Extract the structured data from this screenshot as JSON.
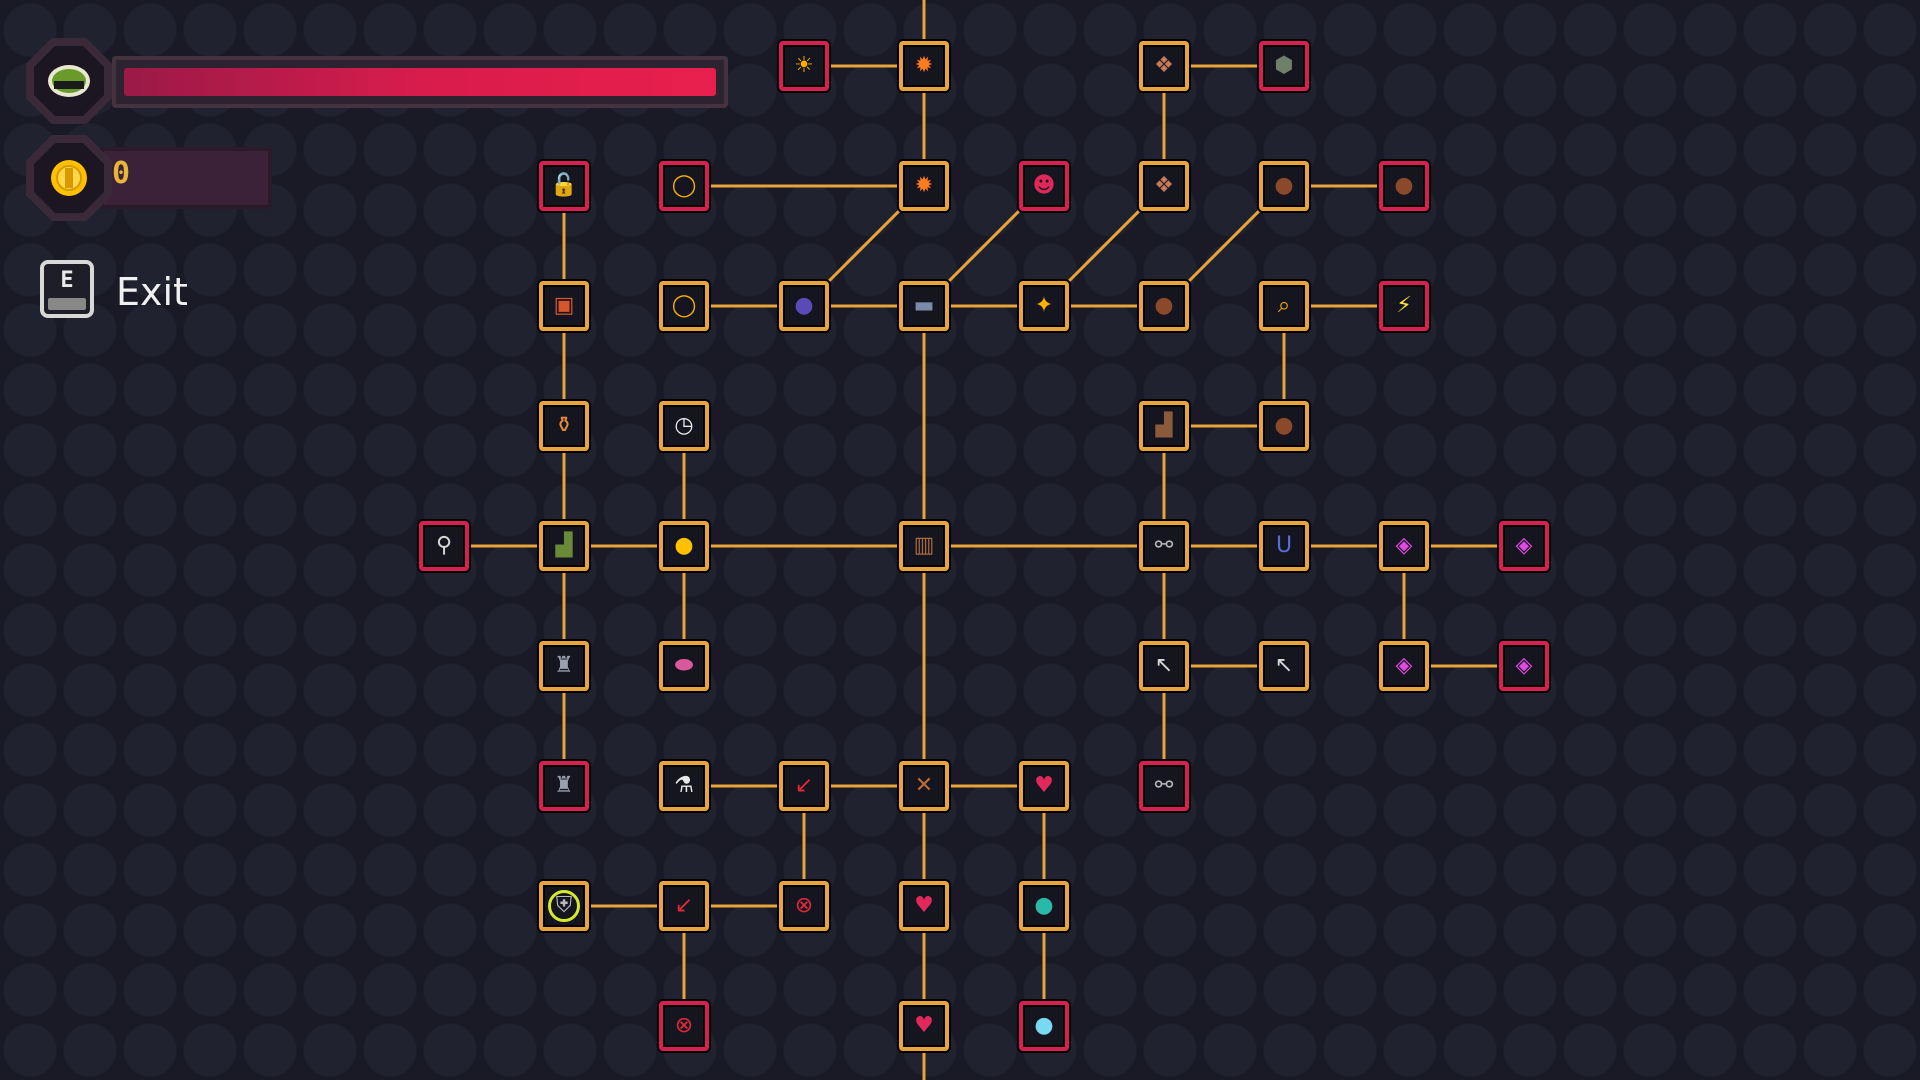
{
  "hud": {
    "avatar_icon": "helmet-icon",
    "health_fraction": 1.0,
    "health_color": "#d81c4c",
    "coin_icon": "gold-coin-icon",
    "coins": "0",
    "exit_key": "E",
    "exit_label": "Exit"
  },
  "colors": {
    "line": "#e8a33a",
    "unlocked_border": "#e8a33a",
    "locked_border": "#d81f52",
    "special_ring": "#d4ea2a"
  },
  "skill_tree": {
    "nodes": [
      {
        "id": "n0",
        "col": 3,
        "row": -1,
        "icon": "sun-icon",
        "glyph": "☀",
        "color": "#ffb000",
        "state": "locked"
      },
      {
        "id": "n1",
        "col": 4,
        "row": -1,
        "icon": "explosion-icon",
        "glyph": "✹",
        "color": "#ff7a1a",
        "state": "unlocked"
      },
      {
        "id": "n2",
        "col": 6,
        "row": -1,
        "icon": "rocks-icon",
        "glyph": "❖",
        "color": "#c77a5a",
        "state": "unlocked"
      },
      {
        "id": "n3",
        "col": 7,
        "row": -1,
        "icon": "stone-icon",
        "glyph": "⬢",
        "color": "#6f7f6a",
        "state": "locked"
      },
      {
        "id": "n4",
        "col": 1,
        "row": 0,
        "icon": "padlock-icon",
        "glyph": "🔓",
        "color": "#e8e8e8",
        "state": "locked"
      },
      {
        "id": "n5",
        "col": 2,
        "row": 0,
        "icon": "ring-icon",
        "glyph": "◯",
        "color": "#ffb000",
        "state": "locked"
      },
      {
        "id": "n6",
        "col": 4,
        "row": 0,
        "icon": "explosion-icon",
        "glyph": "✹",
        "color": "#ff7a1a",
        "state": "unlocked"
      },
      {
        "id": "n7",
        "col": 5,
        "row": 0,
        "icon": "demon-icon",
        "glyph": "☻",
        "color": "#e0285a",
        "state": "locked"
      },
      {
        "id": "n8",
        "col": 6,
        "row": 0,
        "icon": "rocks-icon",
        "glyph": "❖",
        "color": "#c77a5a",
        "state": "unlocked"
      },
      {
        "id": "n9",
        "col": 7,
        "row": 0,
        "icon": "pouch-icon",
        "glyph": "●",
        "color": "#8a4a2a",
        "state": "unlocked"
      },
      {
        "id": "n10",
        "col": 8,
        "row": 0,
        "icon": "pouch-icon",
        "glyph": "●",
        "color": "#8a4a2a",
        "state": "locked"
      },
      {
        "id": "n11",
        "col": 1,
        "row": 1,
        "icon": "chest-icon",
        "glyph": "▣",
        "color": "#d8562a",
        "state": "unlocked"
      },
      {
        "id": "n12",
        "col": 2,
        "row": 1,
        "icon": "ring-icon",
        "glyph": "◯",
        "color": "#ffb000",
        "state": "unlocked"
      },
      {
        "id": "n13",
        "col": 3,
        "row": 1,
        "icon": "bomb-icon",
        "glyph": "●",
        "color": "#5a4ab8",
        "state": "unlocked"
      },
      {
        "id": "n14",
        "col": 4,
        "row": 1,
        "icon": "anvil-icon",
        "glyph": "▬",
        "color": "#7a8aa8",
        "state": "unlocked"
      },
      {
        "id": "n15",
        "col": 5,
        "row": 1,
        "icon": "orb-icon",
        "glyph": "✦",
        "color": "#ffb000",
        "state": "unlocked"
      },
      {
        "id": "n16",
        "col": 6,
        "row": 1,
        "icon": "pouch-icon",
        "glyph": "●",
        "color": "#8a4a2a",
        "state": "unlocked"
      },
      {
        "id": "n17",
        "col": 7,
        "row": 1,
        "icon": "magnifier-icon",
        "glyph": "⌕",
        "color": "#ffb000",
        "state": "unlocked"
      },
      {
        "id": "n18",
        "col": 8,
        "row": 1,
        "icon": "lightning-icon",
        "glyph": "⚡",
        "color": "#ffe03a",
        "state": "locked"
      },
      {
        "id": "n19",
        "col": 1,
        "row": 2,
        "icon": "potion-icon",
        "glyph": "⚱",
        "color": "#e88a3a",
        "state": "unlocked"
      },
      {
        "id": "n20",
        "col": 2,
        "row": 2,
        "icon": "clock-icon",
        "glyph": "◷",
        "color": "#f0f0f0",
        "state": "unlocked"
      },
      {
        "id": "n21",
        "col": 6,
        "row": 2,
        "icon": "boot-icon",
        "glyph": "▟",
        "color": "#8a5a3a",
        "state": "unlocked"
      },
      {
        "id": "n22",
        "col": 7,
        "row": 2,
        "icon": "pouch-icon",
        "glyph": "●",
        "color": "#8a4a2a",
        "state": "unlocked"
      },
      {
        "id": "n23",
        "col": 0,
        "row": 3,
        "icon": "wrench-icon",
        "glyph": "⚲",
        "color": "#d8d8d8",
        "state": "locked"
      },
      {
        "id": "n24",
        "col": 1,
        "row": 3,
        "icon": "boot-icon",
        "glyph": "▟",
        "color": "#6a8a3a",
        "state": "unlocked"
      },
      {
        "id": "n25",
        "col": 2,
        "row": 3,
        "icon": "gold-coin-icon",
        "glyph": "●",
        "color": "#ffc000",
        "state": "unlocked"
      },
      {
        "id": "n26",
        "col": 4,
        "row": 3,
        "icon": "door-icon",
        "glyph": "▥",
        "color": "#a86a3a",
        "state": "unlocked"
      },
      {
        "id": "n27",
        "col": 6,
        "row": 3,
        "icon": "chain-icon",
        "glyph": "⚯",
        "color": "#b8b8b8",
        "state": "unlocked"
      },
      {
        "id": "n28",
        "col": 7,
        "row": 3,
        "icon": "magnet-icon",
        "glyph": "U",
        "color": "#5a6ad8",
        "state": "unlocked"
      },
      {
        "id": "n29",
        "col": 8,
        "row": 3,
        "icon": "magic-eye-icon",
        "glyph": "◈",
        "color": "#e04ae0",
        "state": "unlocked"
      },
      {
        "id": "n30",
        "col": 9,
        "row": 3,
        "icon": "magic-eye-icon",
        "glyph": "◈",
        "color": "#e04ae0",
        "state": "locked"
      },
      {
        "id": "n31",
        "col": 1,
        "row": 4,
        "icon": "anvil-stand-icon",
        "glyph": "♜",
        "color": "#9aa0b0",
        "state": "unlocked"
      },
      {
        "id": "n32",
        "col": 2,
        "row": 4,
        "icon": "bandage-icon",
        "glyph": "⬬",
        "color": "#d85a9a",
        "state": "unlocked"
      },
      {
        "id": "n33",
        "col": 6,
        "row": 4,
        "icon": "arrow-icon",
        "glyph": "↖",
        "color": "#d8d8d8",
        "state": "unlocked"
      },
      {
        "id": "n34",
        "col": 7,
        "row": 4,
        "icon": "arrow-icon",
        "glyph": "↖",
        "color": "#d8d8d8",
        "state": "unlocked"
      },
      {
        "id": "n35",
        "col": 8,
        "row": 4,
        "icon": "magic-eye-icon",
        "glyph": "◈",
        "color": "#e04ae0",
        "state": "unlocked"
      },
      {
        "id": "n36",
        "col": 9,
        "row": 4,
        "icon": "magic-eye-icon",
        "glyph": "◈",
        "color": "#e04ae0",
        "state": "locked"
      },
      {
        "id": "n37",
        "col": 1,
        "row": 5,
        "icon": "anvil-stand-icon",
        "glyph": "♜",
        "color": "#9aa0b0",
        "state": "locked"
      },
      {
        "id": "n38",
        "col": 2,
        "row": 5,
        "icon": "mortar-icon",
        "glyph": "⚗",
        "color": "#e8e8e8",
        "state": "unlocked"
      },
      {
        "id": "n39",
        "col": 3,
        "row": 5,
        "icon": "arrow-down-left-icon",
        "glyph": "↙",
        "color": "#e0283a",
        "state": "unlocked"
      },
      {
        "id": "n40",
        "col": 4,
        "row": 5,
        "icon": "crossbow-icon",
        "glyph": "✕",
        "color": "#b86a3a",
        "state": "unlocked"
      },
      {
        "id": "n41",
        "col": 5,
        "row": 5,
        "icon": "heart-icon",
        "glyph": "♥",
        "color": "#e0285a",
        "state": "unlocked"
      },
      {
        "id": "n42",
        "col": 6,
        "row": 5,
        "icon": "chain-icon",
        "glyph": "⚯",
        "color": "#b8b8b8",
        "state": "locked"
      },
      {
        "id": "n43",
        "col": 1,
        "row": 6,
        "icon": "shield-icon",
        "glyph": "⛨",
        "color": "#b8b8b8",
        "state": "special"
      },
      {
        "id": "n44",
        "col": 2,
        "row": 6,
        "icon": "arrow-down-left-icon",
        "glyph": "↙",
        "color": "#e0283a",
        "state": "unlocked"
      },
      {
        "id": "n45",
        "col": 3,
        "row": 6,
        "icon": "crosshair-icon",
        "glyph": "⊗",
        "color": "#e0283a",
        "state": "unlocked"
      },
      {
        "id": "n46",
        "col": 4,
        "row": 6,
        "icon": "heart-icon",
        "glyph": "♥",
        "color": "#e0285a",
        "state": "unlocked"
      },
      {
        "id": "n47",
        "col": 5,
        "row": 6,
        "icon": "bubble-icon",
        "glyph": "●",
        "color": "#2ab8a8",
        "state": "unlocked"
      },
      {
        "id": "n48",
        "col": 2,
        "row": 7,
        "icon": "crosshair-icon",
        "glyph": "⊗",
        "color": "#e0283a",
        "state": "locked"
      },
      {
        "id": "n49",
        "col": 4,
        "row": 7,
        "icon": "heart-icon",
        "glyph": "♥",
        "color": "#e0285a",
        "state": "unlocked"
      },
      {
        "id": "n50",
        "col": 5,
        "row": 7,
        "icon": "bubble-icon",
        "glyph": "●",
        "color": "#7ad8f0",
        "state": "locked"
      }
    ],
    "edges": [
      [
        "n0",
        "n1"
      ],
      [
        "n1",
        "n6"
      ],
      [
        "n2",
        "n3"
      ],
      [
        "n2",
        "n8"
      ],
      [
        "n4",
        "n11"
      ],
      [
        "n5",
        "n6"
      ],
      [
        "n6",
        "n13"
      ],
      [
        "n7",
        "n14"
      ],
      [
        "n8",
        "n15"
      ],
      [
        "n9",
        "n10"
      ],
      [
        "n9",
        "n16"
      ],
      [
        "n11",
        "n19"
      ],
      [
        "n12",
        "n13"
      ],
      [
        "n13",
        "n14"
      ],
      [
        "n14",
        "n15"
      ],
      [
        "n15",
        "n16"
      ],
      [
        "n17",
        "n18"
      ],
      [
        "n17",
        "n22"
      ],
      [
        "n14",
        "n26"
      ],
      [
        "n19",
        "n24"
      ],
      [
        "n20",
        "n25"
      ],
      [
        "n21",
        "n22"
      ],
      [
        "n21",
        "n27"
      ],
      [
        "n23",
        "n24"
      ],
      [
        "n24",
        "n25"
      ],
      [
        "n25",
        "n26"
      ],
      [
        "n26",
        "n27"
      ],
      [
        "n27",
        "n28"
      ],
      [
        "n28",
        "n29"
      ],
      [
        "n29",
        "n30"
      ],
      [
        "n29",
        "n35"
      ],
      [
        "n24",
        "n31"
      ],
      [
        "n25",
        "n32"
      ],
      [
        "n27",
        "n33"
      ],
      [
        "n33",
        "n34"
      ],
      [
        "n35",
        "n36"
      ],
      [
        "n33",
        "n42"
      ],
      [
        "n26",
        "n40"
      ],
      [
        "n31",
        "n37"
      ],
      [
        "n38",
        "n39"
      ],
      [
        "n39",
        "n40"
      ],
      [
        "n40",
        "n41"
      ],
      [
        "n39",
        "n45"
      ],
      [
        "n40",
        "n46"
      ],
      [
        "n41",
        "n47"
      ],
      [
        "n43",
        "n44"
      ],
      [
        "n44",
        "n45"
      ],
      [
        "n44",
        "n48"
      ],
      [
        "n46",
        "n49"
      ],
      [
        "n47",
        "n50"
      ]
    ],
    "offscreen_edges": [
      [
        "n1",
        "up"
      ],
      [
        "n49",
        "down"
      ]
    ]
  }
}
